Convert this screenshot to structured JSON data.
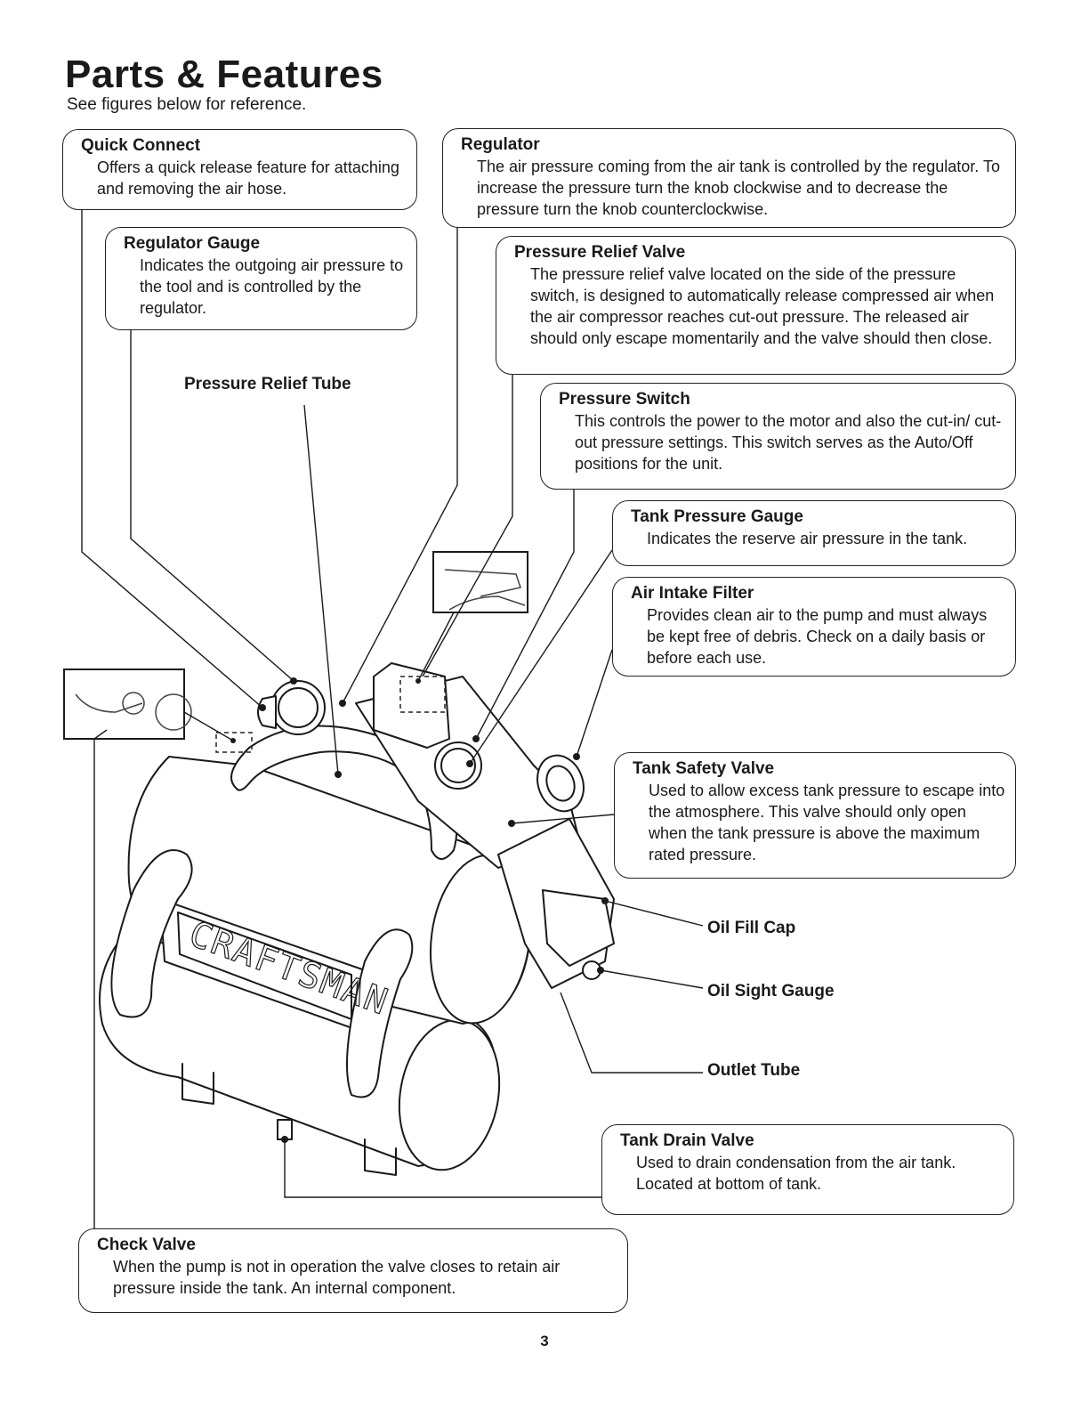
{
  "page": {
    "title": "Parts & Features",
    "subtitle": "See figures below for reference.",
    "page_number": "3"
  },
  "callouts": {
    "quick_connect": {
      "title": "Quick Connect",
      "text": "Offers a quick release feature for attaching and removing  the air hose."
    },
    "regulator": {
      "title": "Regulator",
      "text": "The air pressure coming from the air tank is controlled by the regulator. To increase the pressure turn the knob clockwise and to decrease the pressure turn the knob counterclockwise."
    },
    "regulator_gauge": {
      "title": "Regulator Gauge",
      "text": "Indicates the outgoing air pressure to the tool and is controlled by the regulator."
    },
    "pressure_relief_valve": {
      "title": "Pressure Relief Valve",
      "text": "The pressure relief valve located on the side of the pressure switch, is designed to automatically release compressed air when the air compressor reaches cut-out pressure. The released air should only escape momentarily and the valve should then close."
    },
    "pressure_switch": {
      "title": "Pressure Switch",
      "text": "This controls the power to the motor and also the cut-in/ cut-out pressure settings. This switch serves as the Auto/Off positions for the unit."
    },
    "tank_pressure_gauge": {
      "title": "Tank Pressure Gauge",
      "text": "Indicates the reserve air pressure in the tank."
    },
    "air_intake_filter": {
      "title": "Air Intake Filter",
      "text": "Provides clean air to the pump and must always be kept free of debris. Check on a daily basis or before each use."
    },
    "tank_safety_valve": {
      "title": "Tank Safety Valve",
      "text": "Used to allow excess tank pressure to escape into the atmosphere. This valve should only open when the tank pressure is above the maximum rated pressure."
    },
    "tank_drain_valve": {
      "title": "Tank Drain Valve",
      "text": "Used to drain condensation from the air tank. Located at bottom of tank."
    },
    "check_valve": {
      "title": "Check Valve",
      "text": "When the pump is not in operation the valve closes to retain air pressure inside the tank. An internal component."
    }
  },
  "labels": {
    "pressure_relief_tube": "Pressure Relief Tube",
    "oil_fill_cap": "Oil Fill Cap",
    "oil_sight_gauge": "Oil Sight Gauge",
    "outlet_tube": "Outlet Tube"
  },
  "illustration": {
    "brand_lettering": "CRAFTSMAN"
  }
}
